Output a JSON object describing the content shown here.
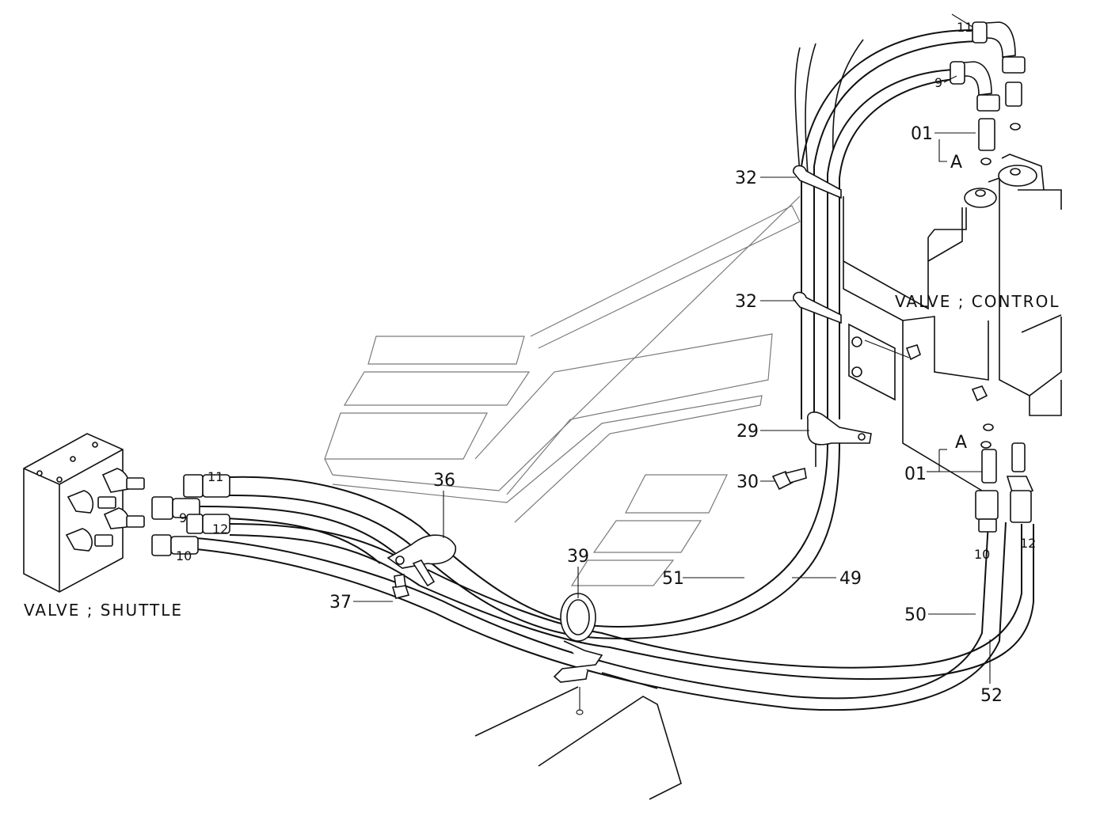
{
  "labels": {
    "valve_control": "VALVE ; CONTROL",
    "valve_shuttle": "VALVE ; SHUTTLE",
    "clamp_32_top": "32",
    "clamp_32_mid": "32",
    "clamp_29": "29",
    "bolt_30": "30",
    "clamp_36": "36",
    "bolt_37": "37",
    "clamp_39": "39",
    "hose_51": "51",
    "hose_49": "49",
    "hose_50": "50",
    "hose_52": "52",
    "adapter_01_top": "01",
    "adapter_01_bottom": "01",
    "oring_a_top": "A",
    "oring_a_bottom": "A",
    "port_11_top": "11",
    "port_9_top": "9",
    "port_11_left": "11",
    "port_9_left": "9",
    "port_12_left": "12",
    "port_10_left": "10",
    "port_10_right": "10",
    "port_12_right": "12"
  }
}
